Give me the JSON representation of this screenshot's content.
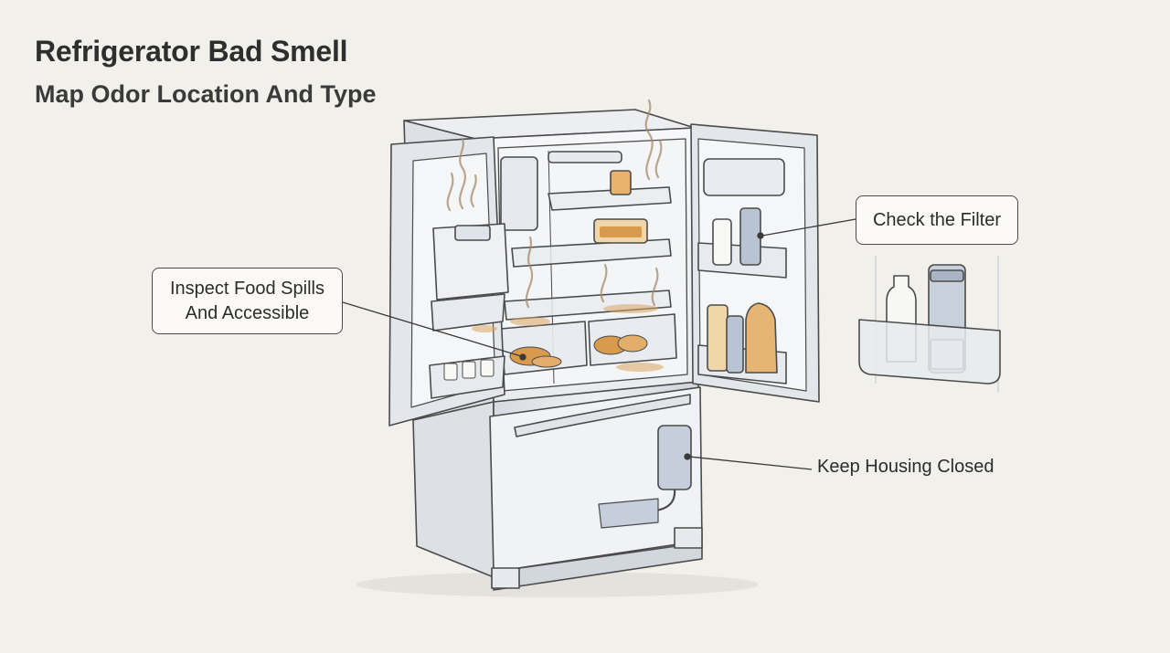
{
  "title": "Refrigerator Bad Smell",
  "subtitle": "Map Odor Location And Type",
  "callouts": {
    "food_spills_line1": "Inspect Food Spills",
    "food_spills_line2": "And Accessible",
    "filter": "Check the Filter",
    "housing": "Keep Housing Closed"
  },
  "colors": {
    "background": "#f1f0ea",
    "outline": "#4b4b4b",
    "odor_stain": "#d9a460",
    "food": "#d99a4e",
    "fridge_body": "#e4e6ea",
    "accent_blue": "#b9c4d3"
  },
  "icons": [
    "refrigerator",
    "odor-wisp",
    "water-filter",
    "water-bottle",
    "juice-jug",
    "filter-housing"
  ]
}
